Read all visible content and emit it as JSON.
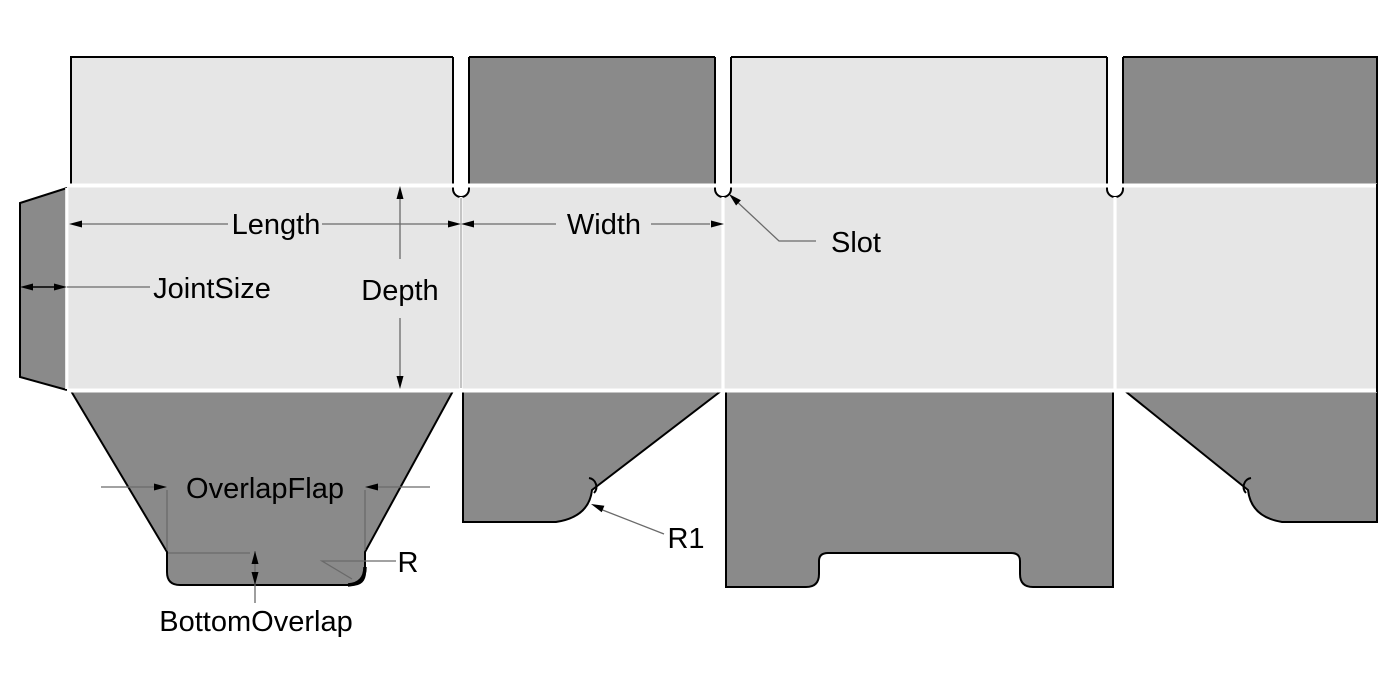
{
  "diagram": {
    "type": "packaging-dieline",
    "labels": {
      "length": "Length",
      "width": "Width",
      "depth": "Depth",
      "joint_size": "JointSize",
      "slot": "Slot",
      "overlap_flap": "OverlapFlap",
      "r": "R",
      "r1": "R1",
      "bottom_overlap": "BottomOverlap"
    },
    "colors": {
      "panel_light": "#e6e6e6",
      "panel_dark": "#8a8a8a",
      "outline": "#000000",
      "dimension_line": "#6a6a6a",
      "crease": "#ffffff",
      "background": "#ffffff"
    }
  }
}
